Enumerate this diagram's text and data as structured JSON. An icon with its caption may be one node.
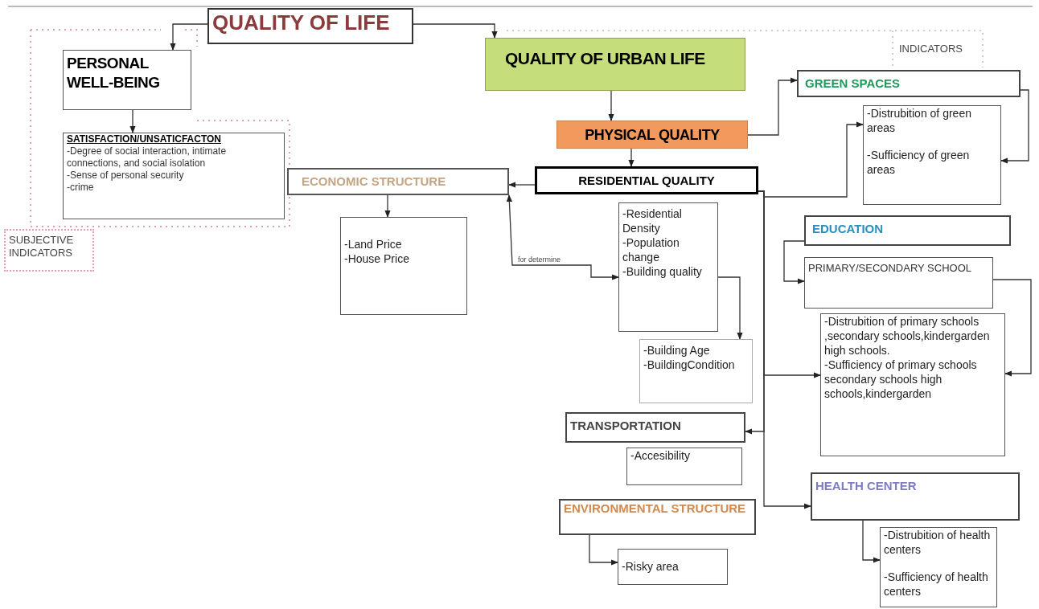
{
  "diagram": {
    "nodes": [
      {
        "text": [
          "QUALITY OF LIFE"
        ]
      },
      {
        "text": [
          "PERSONAL WELL-BEING"
        ]
      },
      {
        "text": [
          "SATISFACTION/UNSATICFACTON",
          "-Degree of social interaction, intimate connections, and social isolation",
          "-Sense of personal security",
          "-crime"
        ]
      },
      {
        "text": [
          "SUBJECTIVE INDICATORS"
        ]
      },
      {
        "text": [
          "QUALITY OF URBAN LIFE"
        ]
      },
      {
        "text": [
          "INDICATORS"
        ]
      },
      {
        "text": [
          "GREEN SPACES"
        ]
      },
      {
        "text": [
          "-Distrubition of green areas",
          "-Sufficiency of green areas"
        ]
      },
      {
        "text": [
          "PHYSICAL QUALITY"
        ]
      },
      {
        "text": [
          "ECONOMIC STRUCTURE"
        ]
      },
      {
        "text": [
          "RESIDENTIAL QUALITY"
        ]
      },
      {
        "text": [
          "-Land Price",
          "-House Price"
        ]
      },
      {
        "text": [
          "-Residential Density",
          "-Population change",
          "-Building quality"
        ]
      },
      {
        "text": [
          "EDUCATION"
        ]
      },
      {
        "text": [
          "PRIMARY/SECONDARY SCHOOL"
        ]
      },
      {
        "text": [
          "-Distrubition of primary schools ,secondary schools,kindergarden high schools.",
          "-Sufficiency of primary schools secondary schools high schools,kindergarden"
        ]
      },
      {
        "text": [
          "-Building Age",
          "-BuildingCondition"
        ]
      },
      {
        "text": [
          "TRANSPORTATION"
        ]
      },
      {
        "text": [
          "-Accesibility"
        ]
      },
      {
        "text": [
          "HEALTH CENTER"
        ]
      },
      {
        "text": [
          "ENVIRONMENTAL STRUCTURE"
        ]
      },
      {
        "text": [
          "-Risky area"
        ]
      },
      {
        "text": [
          "-Distrubition of health centers",
          "-Sufficiency of health centers"
        ]
      }
    ],
    "edges": [
      {
        "from": 0,
        "to": 1,
        "arrow": "to"
      },
      {
        "from": 0,
        "to": 4,
        "arrow": "to"
      },
      {
        "from": 1,
        "to": 2,
        "arrow": "to"
      },
      {
        "from": 4,
        "to": 8,
        "arrow": "to"
      },
      {
        "from": 8,
        "to": 6,
        "arrow": "to"
      },
      {
        "from": 8,
        "to": 10,
        "arrow": "to"
      },
      {
        "from": 10,
        "to": 9,
        "arrow": "to"
      },
      {
        "from": 9,
        "to": 12,
        "arrow": "both",
        "label": "for determine"
      },
      {
        "from": 9,
        "to": 11,
        "arrow": "to"
      },
      {
        "from": 6,
        "to": 7,
        "arrow": "to"
      },
      {
        "from": 12,
        "to": 16,
        "arrow": "to"
      },
      {
        "from": 10,
        "to": 7,
        "arrow": "to"
      },
      {
        "from": 10,
        "to": 15,
        "arrow": "to"
      },
      {
        "from": 10,
        "to": 17,
        "arrow": "to"
      },
      {
        "from": 10,
        "to": 19,
        "arrow": "to"
      },
      {
        "from": 13,
        "to": 14,
        "arrow": "to"
      },
      {
        "from": 14,
        "to": 15,
        "arrow": "to"
      },
      {
        "from": 19,
        "to": 22,
        "arrow": "to"
      },
      {
        "from": 20,
        "to": 21,
        "arrow": "to"
      }
    ]
  }
}
